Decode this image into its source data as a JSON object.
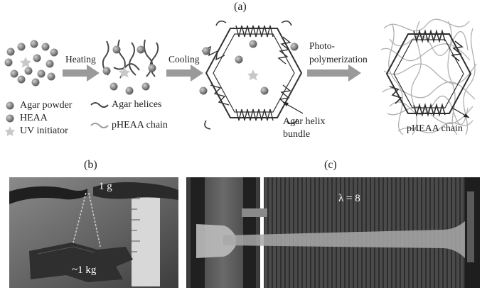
{
  "panel_a": {
    "label": "(a)",
    "step_labels": {
      "heating": "Heating",
      "cooling": "Cooling",
      "photo_line1": "Photo-",
      "photo_line2": "polymerization"
    },
    "legend_left": [
      "Agar powder",
      "HEAA",
      "UV initiator"
    ],
    "legend_mid": [
      "Agar helices",
      "pHEAA chain"
    ],
    "callout_bundle_line1": "Agar helix",
    "callout_bundle_line2": "bundle",
    "callout_chain": "pHEAA chain"
  },
  "panel_b": {
    "label": "(b)",
    "weight_top": "1 g",
    "weight_bottom": "~1 kg"
  },
  "panel_c": {
    "label": "(c)",
    "stretch_label": "λ = 8"
  },
  "colors": {
    "particle": "#8a8a8a",
    "arrow": "#9a9a9a",
    "helix": "#3a3a3a",
    "chain": "#9c9c9c"
  }
}
